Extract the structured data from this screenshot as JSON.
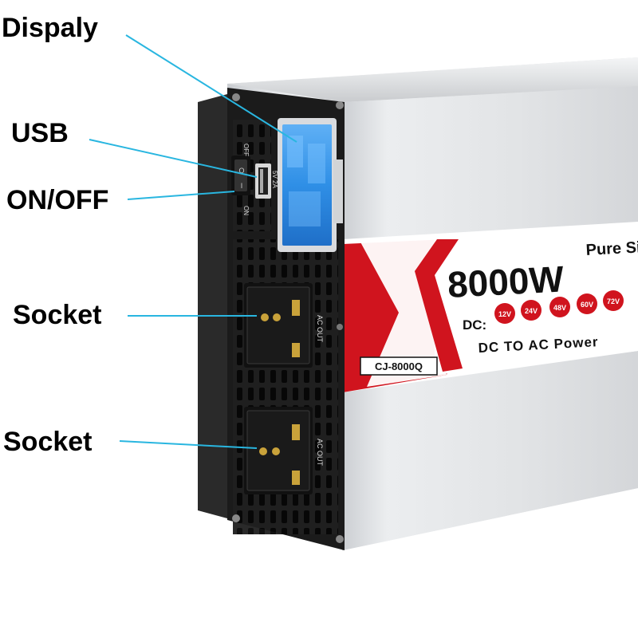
{
  "callouts": {
    "display": "Dispaly",
    "usb": "USB",
    "onoff": "ON/OFF",
    "socket_top": "Socket",
    "socket_bottom": "Socket"
  },
  "product": {
    "power": "8000W",
    "tagline": "Pure Si",
    "dc_prefix": "DC:",
    "voltages": [
      "12V",
      "24V",
      "48V",
      "60V",
      "72V"
    ],
    "subtitle": "DC TO AC Power",
    "model": "CJ-8000Q",
    "usb_rating": "5V 2A",
    "switch_off": "OFF",
    "switch_on": "ON",
    "ac_out": "AC OUT"
  },
  "colors": {
    "callout_line": "#29b6e0",
    "accent_red": "#d0141e",
    "lcd_blue": "#2f8fe6",
    "panel_dark": "#1b1b1b",
    "housing_silver": "#e4e6e8"
  }
}
